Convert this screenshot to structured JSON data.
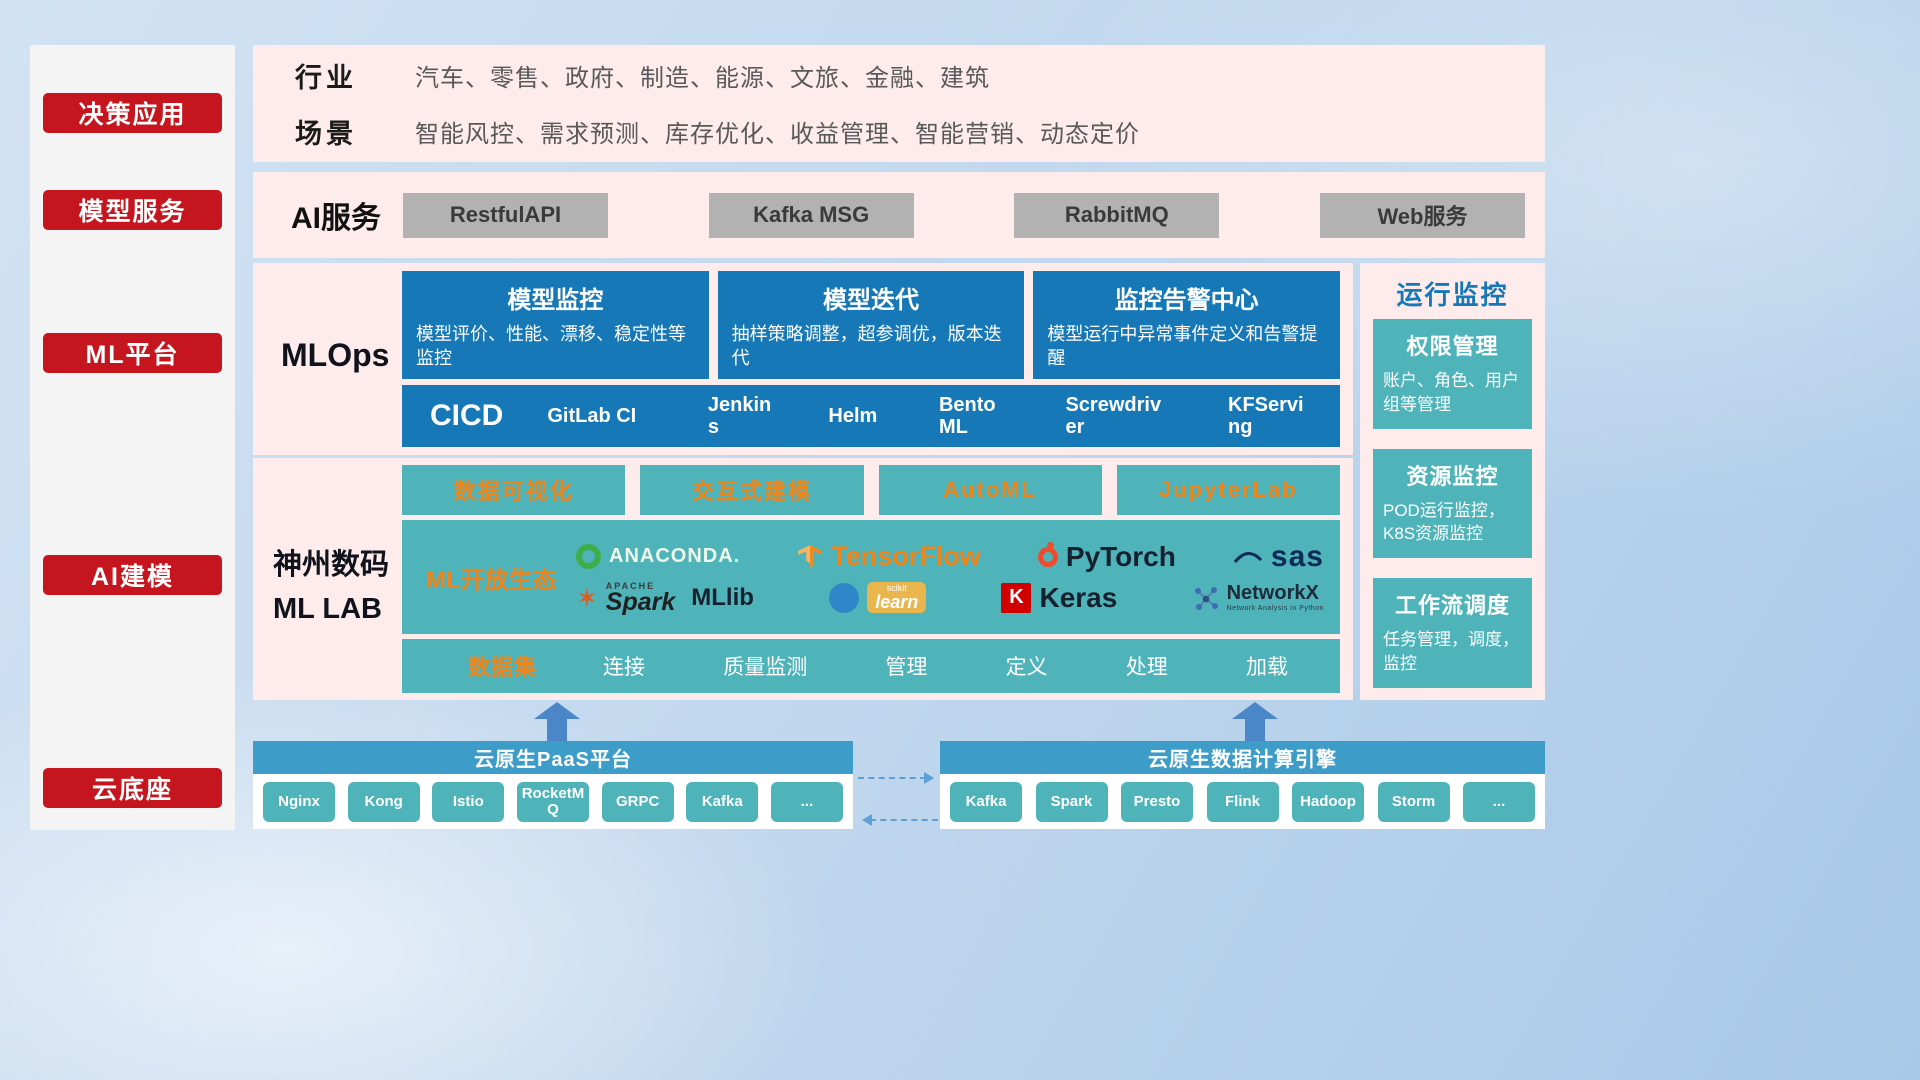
{
  "colors": {
    "red": "#c5161f",
    "pink": "#fdeceb",
    "blue": "#1678b6",
    "teal": "#4fb3ba",
    "header_teal": "#3e9dc8",
    "orange": "#f08519",
    "gray_btn": "#b2b2b2",
    "gray_text": "#595959",
    "arrow_blue": "#4a86c8"
  },
  "sidebar": {
    "items": [
      {
        "label": "决策应用"
      },
      {
        "label": "模型服务"
      },
      {
        "label": "ML平台"
      },
      {
        "label": "AI建模"
      },
      {
        "label": "云底座"
      }
    ]
  },
  "industry": {
    "rows": [
      {
        "label": "行业",
        "value": "汽车、零售、政府、制造、能源、文旅、金融、建筑"
      },
      {
        "label": "场景",
        "value": "智能风控、需求预测、库存优化、收益管理、智能营销、动态定价"
      }
    ]
  },
  "ai_service": {
    "label": "AI服务",
    "buttons": [
      "RestfulAPI",
      "Kafka MSG",
      "RabbitMQ",
      "Web服务"
    ]
  },
  "mlops": {
    "label": "MLOps",
    "cards": [
      {
        "title": "模型监控",
        "desc": "模型评价、性能、漂移、稳定性等监控"
      },
      {
        "title": "模型迭代",
        "desc": "抽样策略调整，超参调优，版本迭代"
      },
      {
        "title": "监控告警中心",
        "desc": "模型运行中异常事件定义和告警提醒"
      }
    ],
    "cicd_label": "CICD",
    "cicd_tools": [
      "GitLab CI",
      "Jenkins",
      "Helm",
      "BentoML",
      "Screwdriver",
      "KFServing"
    ]
  },
  "ml_lab": {
    "label_line1": "神州数码",
    "label_line2": "ML LAB",
    "top_tools": [
      "数据可视化",
      "交互式建模",
      "AutoML",
      "JupyterLab"
    ],
    "ecosystem_label": "ML开放生态",
    "dataset_label": "数据集",
    "dataset_items": [
      "连接",
      "质量监测",
      "管理",
      "定义",
      "处理",
      "加载"
    ]
  },
  "logos": {
    "anaconda": "ANACONDA.",
    "tensorflow": "TensorFlow",
    "pytorch": "PyTorch",
    "sas": "sas",
    "apache": "APACHE",
    "spark": "Spark",
    "mllib": "MLlib",
    "scikit": "scikit",
    "learn": "learn",
    "keras_k": "K",
    "keras": "Keras",
    "networkx": "NetworkX",
    "networkx_sub": "Network Analysis in Python"
  },
  "monitoring": {
    "title": "运行监控",
    "cards": [
      {
        "title": "权限管理",
        "desc": "账户、角色、用户组等管理"
      },
      {
        "title": "资源监控",
        "desc": "POD运行监控，K8S资源监控"
      },
      {
        "title": "工作流调度",
        "desc": "任务管理，调度，监控"
      }
    ]
  },
  "cloud": {
    "paas_title": "云原生PaaS平台",
    "paas_chips": [
      "Nginx",
      "Kong",
      "Istio",
      "RocketMQ",
      "GRPC",
      "Kafka",
      "..."
    ],
    "engine_title": "云原生数据计算引擎",
    "engine_chips": [
      "Kafka",
      "Spark",
      "Presto",
      "Flink",
      "Hadoop",
      "Storm",
      "..."
    ]
  }
}
